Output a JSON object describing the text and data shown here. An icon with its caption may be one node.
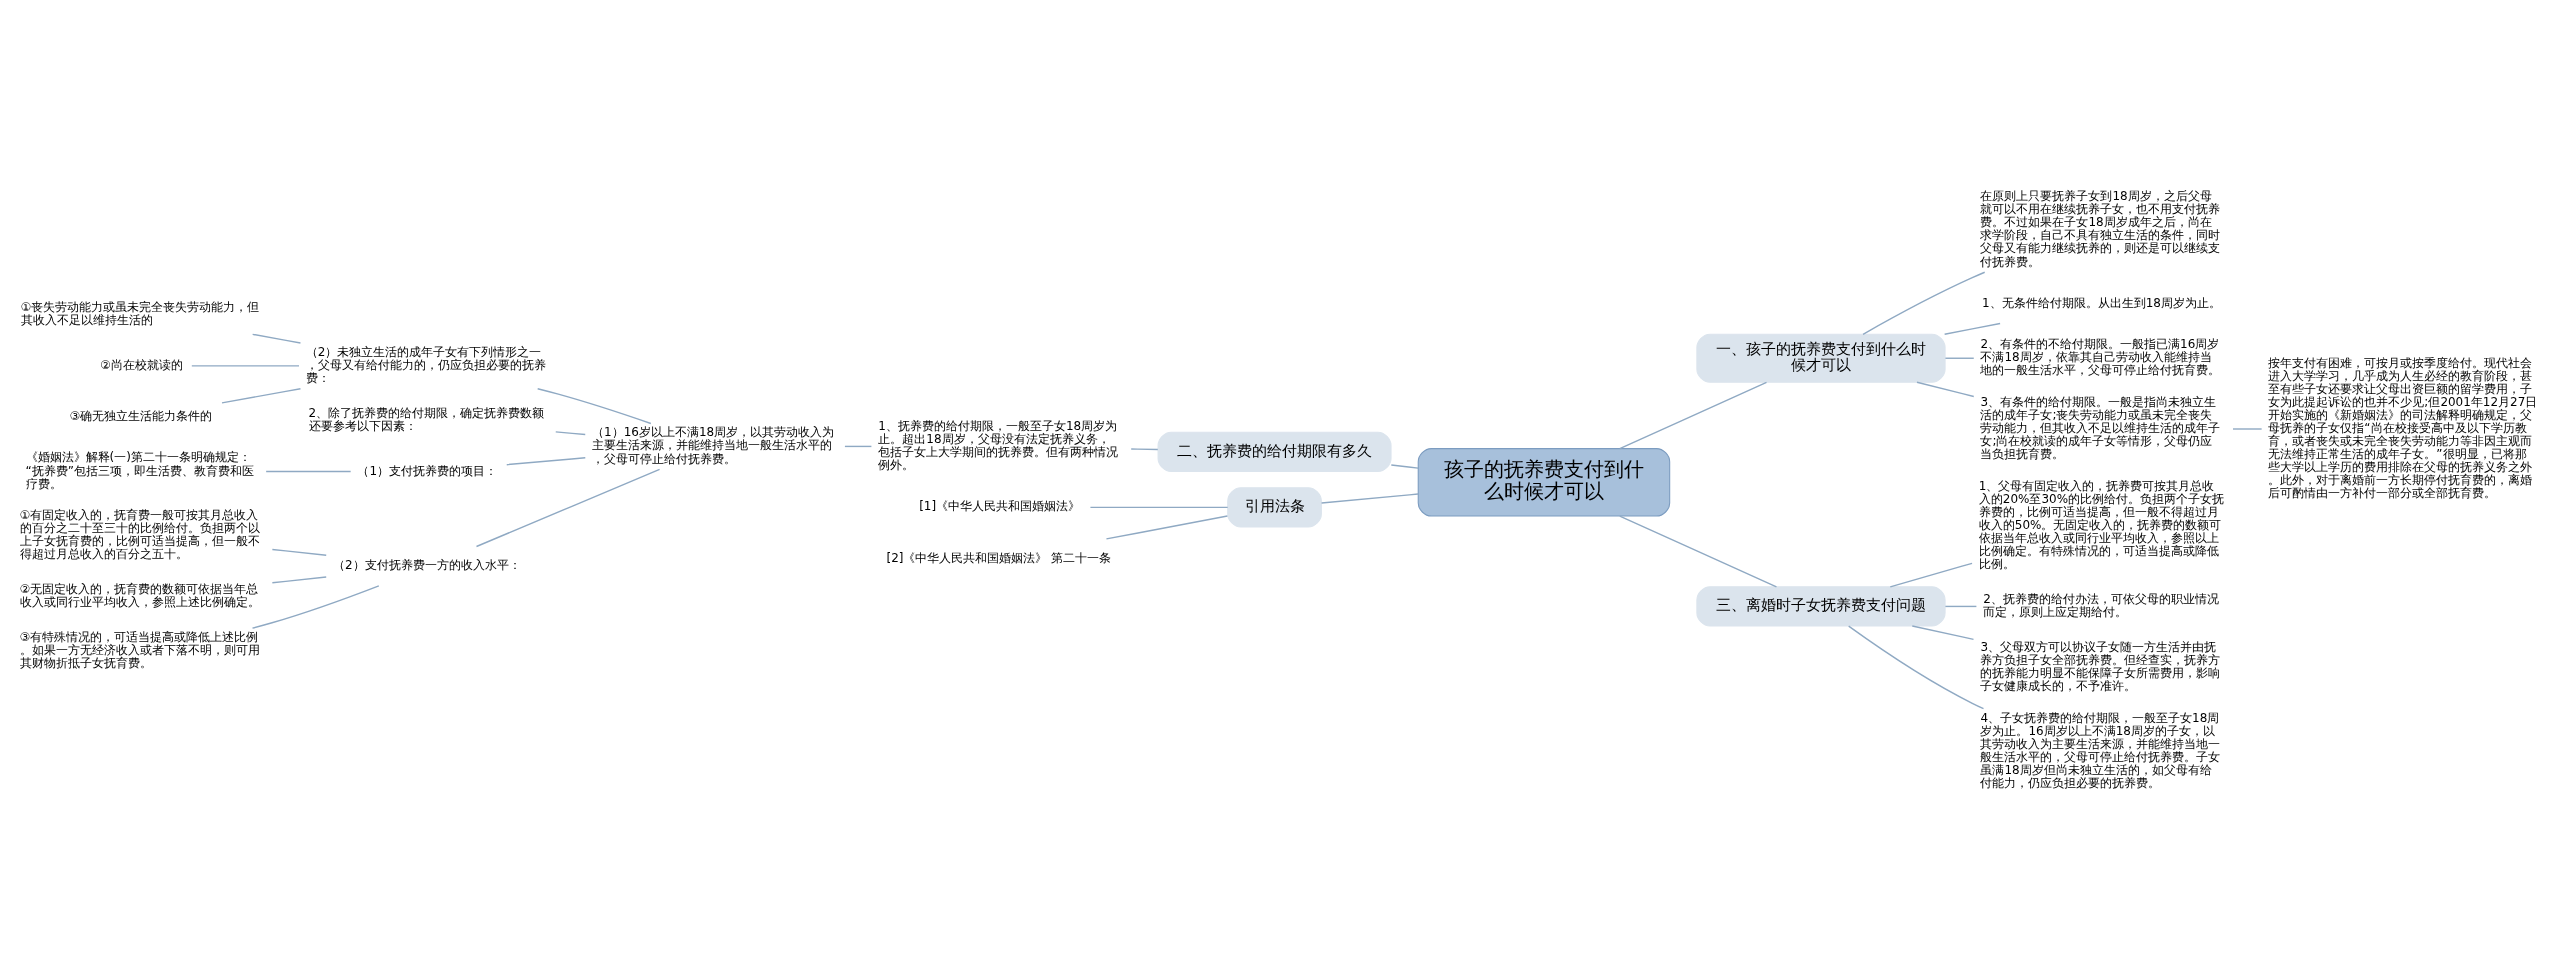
{
  "diagram": {
    "nodes": [
      {
        "text": [
          "孩子的抚养费支付到什么时候才可以"
        ]
      },
      {
        "text": [
          "一、孩子的抚养费支付到什么时候才可以"
        ]
      },
      {
        "text": [
          "在原则上只要抚养子女到18周岁，之后父母就可以不用在继续抚养子女，也不用支付抚养费。不过如果在子女18周岁成年之后，尚在求学阶段，自己不具有独立生活的条件，同时父母又有能力继续抚养的，则还是可以继续支付抚养费。"
        ]
      },
      {
        "text": [
          "1、无条件给付期限。从出生到18周岁为止。"
        ]
      },
      {
        "text": [
          "2、有条件的不给付期限。一般指已满16周岁不满18周岁，依靠其自己劳动收入能维持当地的一般生活水平，父母可停止给付抚育费。"
        ]
      },
      {
        "text": [
          "3、有条件的给付期限。一般是指尚未独立生活的成年子女;丧失劳动能力或虽未完全丧失劳动能力，但其收入不足以维持生活的成年子女;尚在校就读的成年子女等情形，父母仍应当负担抚育费。"
        ]
      },
      {
        "text": [
          "按年支付有困难，可按月或按季度给付。现代社会进入大学学习，几乎成为人生必经的教育阶段，甚至有些子女还要求让父母出资巨额的留学费用，子女为此提起诉讼的也并不少见;但2001年12月27日开始实施的《新婚姻法》的司法解释明确规定，父母抚养的子女仅指“尚在校接受高中及以下学历教育，或者丧失或未完全丧失劳动能力等非因主观而无法维持正常生活的成年子女。”很明显，已将那些大学以上学历的费用排除在父母的抚养义务之外。此外，对于离婚前一方长期停付抚育费的，离婚后可酌情由一方补付一部分或全部抚育费。"
        ]
      },
      {
        "text": [
          "二、抚养费的给付期限有多久"
        ]
      },
      {
        "text": [
          "1、抚养费的给付期限，一般至子女18周岁为止。超出18周岁，父母没有法定抚养义务，包括子女上大学期间的抚养费。但有两种情况例外。"
        ]
      },
      {
        "text": [
          "（1）16岁以上不满18周岁，以其劳动收入为主要生活来源，并能维持当地一般生活水平的，父母可停止给付抚养费。"
        ]
      },
      {
        "text": [
          "（2）未独立生活的成年子女有下列情形之一，父母又有给付能力的，仍应负担必要的抚养费："
        ]
      },
      {
        "text": [
          "①丧失劳动能力或虽未完全丧失劳动能力，但其收入不足以维持生活的"
        ]
      },
      {
        "text": [
          "②尚在校就读的"
        ]
      },
      {
        "text": [
          "③确无独立生活能力条件的"
        ]
      },
      {
        "text": [
          "2、除了抚养费的给付期限，确定抚养费数额还要参考以下因素："
        ]
      },
      {
        "text": [
          "（1）支付抚养费的项目："
        ]
      },
      {
        "text": [
          "《婚姻法》解释(一)第二十一条明确规定：“抚养费”包括三项，即生活费、教育费和医疗费。"
        ]
      },
      {
        "text": [
          "（2）支付抚养费一方的收入水平："
        ]
      },
      {
        "text": [
          "①有固定收入的，抚育费一般可按其月总收入的百分之二十至三十的比例给付。负担两个以上子女抚育费的，比例可适当提高，但一般不得超过月总收入的百分之五十。"
        ]
      },
      {
        "text": [
          "②无固定收入的，抚育费的数额可依据当年总收入或同行业平均收入，参照上述比例确定。"
        ]
      },
      {
        "text": [
          "③有特殊情况的，可适当提高或降低上述比例。如果一方无经济收入或者下落不明，则可用其财物折抵子女抚育费。"
        ]
      },
      {
        "text": [
          "三、离婚时子女抚养费支付问题"
        ]
      },
      {
        "text": [
          "1、父母有固定收入的，抚养费可按其月总收入的20%至30%的比例给付。负担两个子女抚养费的，比例可适当提高，但一般不得超过月收入的50%。无固定收入的，抚养费的数额可依据当年总收入或同行业平均收入，参照以上比例确定。有特殊情况的，可适当提高或降低比例。"
        ]
      },
      {
        "text": [
          "2、抚养费的给付办法，可依父母的职业情况而定，原则上应定期给付。"
        ]
      },
      {
        "text": [
          "3、父母双方可以协议子女随一方生活并由抚养方负担子女全部抚养费。但经查实，抚养方的抚养能力明显不能保障子女所需费用，影响子女健康成长的，不予准许。"
        ]
      },
      {
        "text": [
          "4、子女抚养费的给付期限，一般至子女18周岁为止。16周岁以上不满18周岁的子女，以其劳动收入为主要生活来源，并能维持当地一般生活水平的，父母可停止给付抚养费。子女虽满18周岁但尚未独立生活的，如父母有给付能力，仍应负担必要的抚养费。"
        ]
      },
      {
        "text": [
          "引用法条"
        ]
      },
      {
        "text": [
          "[1]《中华人民共和国婚姻法》"
        ]
      },
      {
        "text": [
          "[2]《中华人民共和国婚姻法》 第二十一条"
        ]
      }
    ],
    "edges": [
      {
        "from": 0,
        "to": 1,
        "arrow": "none"
      },
      {
        "from": 1,
        "to": 2,
        "arrow": "none"
      },
      {
        "from": 1,
        "to": 3,
        "arrow": "none"
      },
      {
        "from": 1,
        "to": 4,
        "arrow": "none"
      },
      {
        "from": 1,
        "to": 5,
        "arrow": "none"
      },
      {
        "from": 5,
        "to": 6,
        "arrow": "none"
      },
      {
        "from": 0,
        "to": 7,
        "arrow": "none"
      },
      {
        "from": 7,
        "to": 8,
        "arrow": "none"
      },
      {
        "from": 8,
        "to": 9,
        "arrow": "none"
      },
      {
        "from": 9,
        "to": 10,
        "arrow": "none"
      },
      {
        "from": 10,
        "to": 11,
        "arrow": "none"
      },
      {
        "from": 10,
        "to": 12,
        "arrow": "none"
      },
      {
        "from": 10,
        "to": 13,
        "arrow": "none"
      },
      {
        "from": 9,
        "to": 14,
        "arrow": "none"
      },
      {
        "from": 9,
        "to": 15,
        "arrow": "none"
      },
      {
        "from": 15,
        "to": 16,
        "arrow": "none"
      },
      {
        "from": 9,
        "to": 17,
        "arrow": "none"
      },
      {
        "from": 17,
        "to": 18,
        "arrow": "none"
      },
      {
        "from": 17,
        "to": 19,
        "arrow": "none"
      },
      {
        "from": 17,
        "to": 20,
        "arrow": "none"
      },
      {
        "from": 0,
        "to": 21,
        "arrow": "none"
      },
      {
        "from": 21,
        "to": 22,
        "arrow": "none"
      },
      {
        "from": 21,
        "to": 23,
        "arrow": "none"
      },
      {
        "from": 21,
        "to": 24,
        "arrow": "none"
      },
      {
        "from": 21,
        "to": 25,
        "arrow": "none"
      },
      {
        "from": 0,
        "to": 26,
        "arrow": "none"
      },
      {
        "from": 26,
        "to": 27,
        "arrow": "none"
      },
      {
        "from": 26,
        "to": 28,
        "arrow": "none"
      }
    ]
  }
}
